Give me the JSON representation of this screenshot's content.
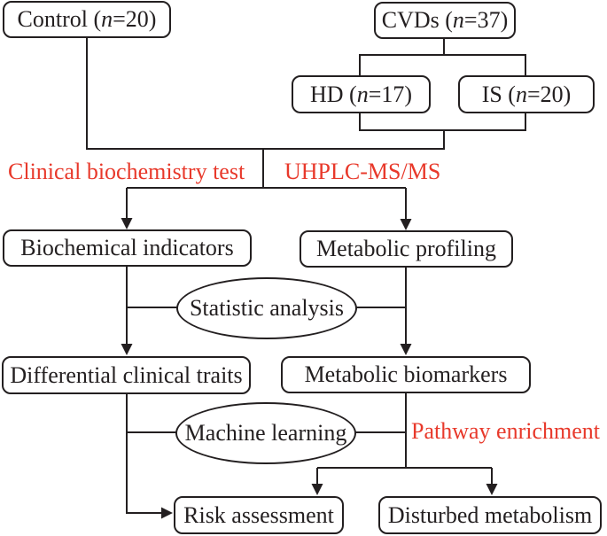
{
  "colors": {
    "line": "#231f20",
    "text": "#231f20",
    "red": "#e8392b",
    "bg": "#ffffff"
  },
  "nodes": {
    "control": {
      "prefix": "Control (",
      "n": "n",
      "suffix": "=20)"
    },
    "cvds": {
      "prefix": "CVDs (",
      "n": "n",
      "suffix": "=37)"
    },
    "hd": {
      "prefix": "HD (",
      "n": "n",
      "suffix": "=17)"
    },
    "is": {
      "prefix": "IS (",
      "n": "n",
      "suffix": "=20)"
    },
    "biochemical_indicators": {
      "label": "Biochemical indicators"
    },
    "metabolic_profiling": {
      "label": "Metabolic profiling"
    },
    "statistic_analysis": {
      "label": "Statistic analysis"
    },
    "differential_traits": {
      "label": "Differential clinical traits"
    },
    "metabolic_biomarkers": {
      "label": "Metabolic biomarkers"
    },
    "machine_learning": {
      "label": "Machine learning"
    },
    "risk_assessment": {
      "label": "Risk assessment"
    },
    "disturbed_metabolism": {
      "label": "Disturbed metabolism"
    }
  },
  "labels": {
    "clinical_test": "Clinical biochemistry test",
    "uhplc": "UHPLC-MS/MS",
    "pathway": "Pathway enrichment"
  }
}
